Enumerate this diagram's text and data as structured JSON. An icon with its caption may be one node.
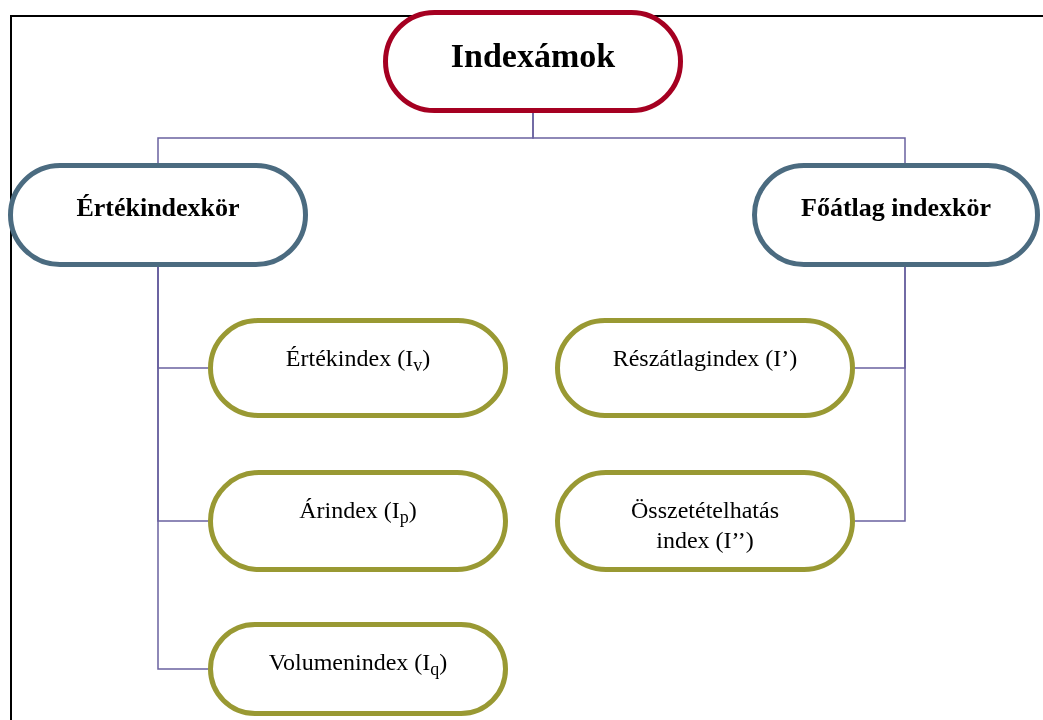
{
  "diagram": {
    "nodes": [
      {
        "text": [
          "Indexámok"
        ]
      },
      {
        "text": [
          "Értékindexkör"
        ]
      },
      {
        "text": [
          "Főátlag indexkör"
        ]
      },
      {
        "text": [
          "Értékindex (I$_{v}$)"
        ]
      },
      {
        "text": [
          "Árindex (I$_{p}$)"
        ]
      },
      {
        "text": [
          "Volumenindex (I$_{q}$)"
        ]
      },
      {
        "text": [
          "Részátlagindex (I’)"
        ]
      },
      {
        "text": [
          "Összetételhatás index (I’’)"
        ]
      }
    ],
    "edges": [
      {
        "from": 0,
        "to": 1,
        "arrow": "none"
      },
      {
        "from": 0,
        "to": 2,
        "arrow": "none"
      },
      {
        "from": 1,
        "to": 3,
        "arrow": "none"
      },
      {
        "from": 1,
        "to": 4,
        "arrow": "none"
      },
      {
        "from": 1,
        "to": 5,
        "arrow": "none"
      },
      {
        "from": 2,
        "to": 6,
        "arrow": "none"
      },
      {
        "from": 2,
        "to": 7,
        "arrow": "none"
      }
    ]
  }
}
